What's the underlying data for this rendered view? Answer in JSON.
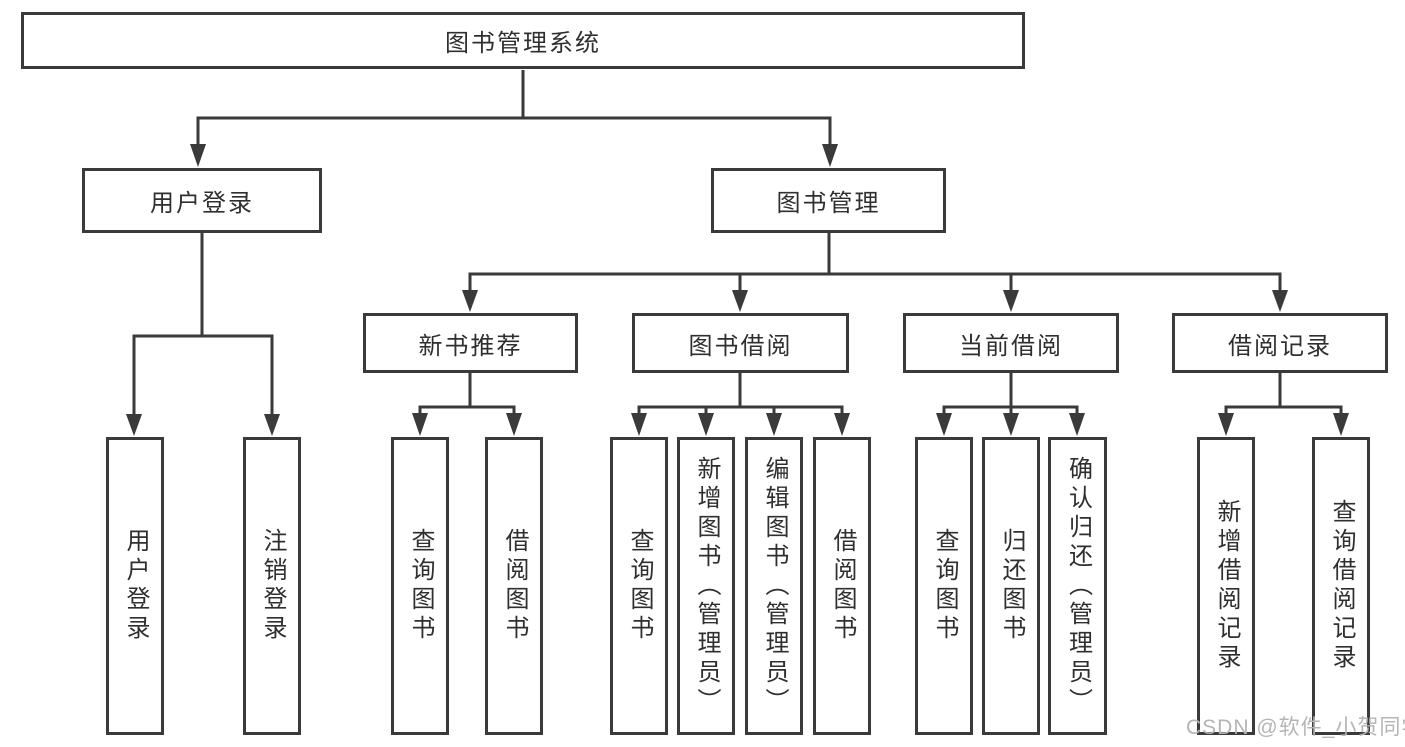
{
  "diagram": {
    "root": {
      "label": "图书管理系统"
    },
    "branches": [
      {
        "label": "用户登录",
        "children": [
          {
            "label": "用户登录"
          },
          {
            "label": "注销登录"
          }
        ]
      },
      {
        "label": "图书管理",
        "children": [
          {
            "label": "新书推荐",
            "children": [
              {
                "label": "查询图书"
              },
              {
                "label": "借阅图书"
              }
            ]
          },
          {
            "label": "图书借阅",
            "children": [
              {
                "label": "查询图书"
              },
              {
                "label": "新增图书（管理员）"
              },
              {
                "label": "编辑图书（管理员）"
              },
              {
                "label": "借阅图书"
              }
            ]
          },
          {
            "label": "当前借阅",
            "children": [
              {
                "label": "查询图书"
              },
              {
                "label": "归还图书"
              },
              {
                "label": "确认归还（管理员）"
              }
            ]
          },
          {
            "label": "借阅记录",
            "children": [
              {
                "label": "新增借阅记录"
              },
              {
                "label": "查询借阅记录"
              }
            ]
          }
        ]
      }
    ],
    "colors": {
      "line": "#3a3a3a",
      "text": "#2f2f2f",
      "background": "#ffffff"
    }
  },
  "watermark": {
    "text": "CSDN @软件_小贺同学",
    "color": "#b5b5b5"
  }
}
